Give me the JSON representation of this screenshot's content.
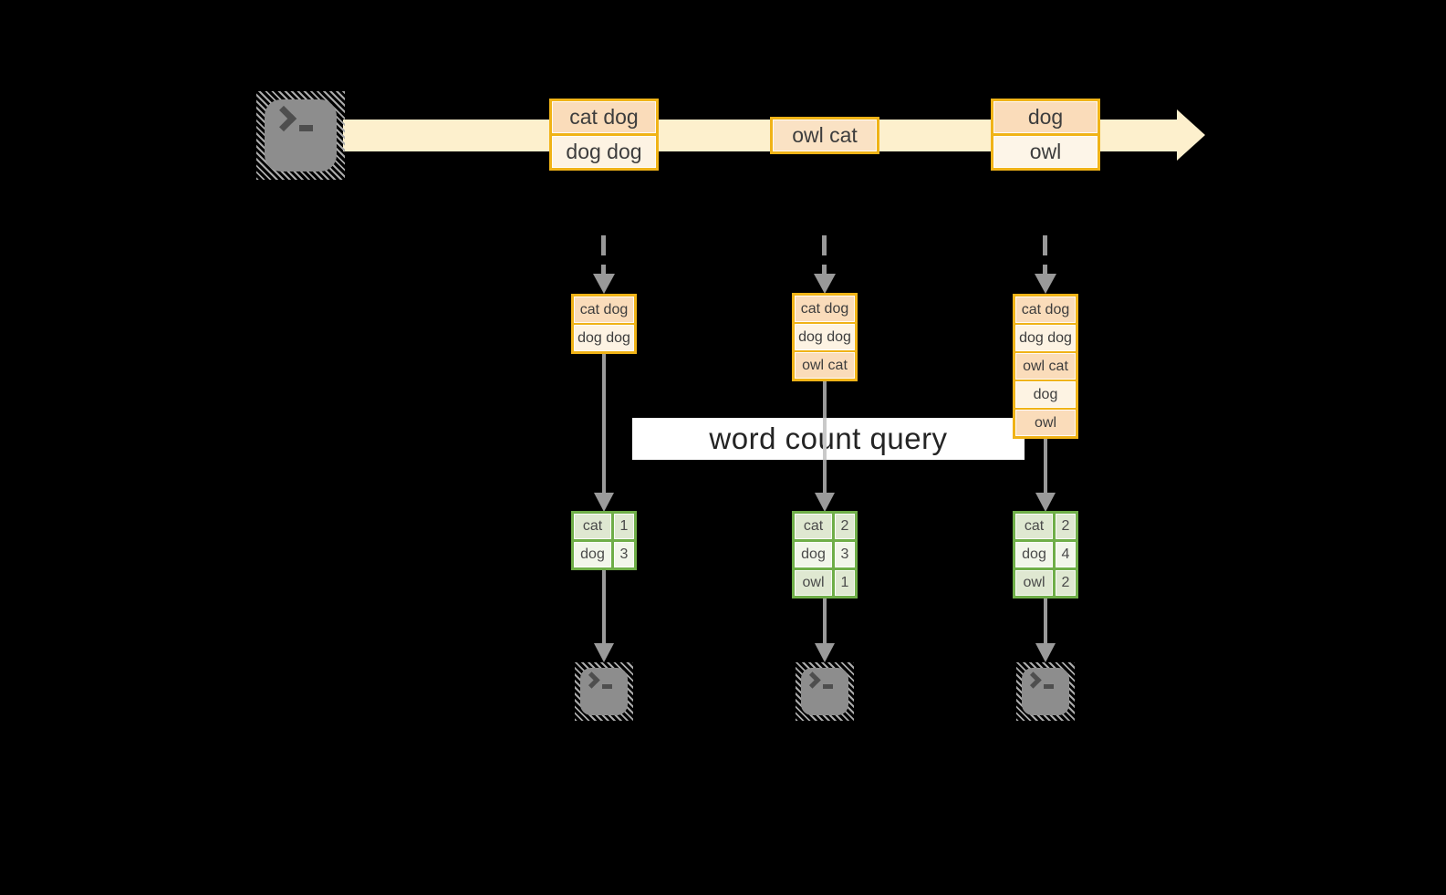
{
  "stream": {
    "source_icon": "terminal",
    "events": [
      {
        "rows": [
          "cat dog",
          "dog dog"
        ]
      },
      {
        "rows": [
          "owl cat"
        ]
      },
      {
        "rows": [
          "dog",
          "owl"
        ]
      }
    ]
  },
  "query": {
    "label": "word count query"
  },
  "columns": [
    {
      "buffer": [
        "cat dog",
        "dog dog"
      ],
      "counts": [
        {
          "word": "cat",
          "count": "1"
        },
        {
          "word": "dog",
          "count": "3"
        }
      ]
    },
    {
      "buffer": [
        "cat dog",
        "dog dog",
        "owl cat"
      ],
      "counts": [
        {
          "word": "cat",
          "count": "2"
        },
        {
          "word": "dog",
          "count": "3"
        },
        {
          "word": "owl",
          "count": "1"
        }
      ]
    },
    {
      "buffer": [
        "cat dog",
        "dog dog",
        "owl cat",
        "dog",
        "owl"
      ],
      "counts": [
        {
          "word": "cat",
          "count": "2"
        },
        {
          "word": "dog",
          "count": "4"
        },
        {
          "word": "owl",
          "count": "2"
        }
      ]
    }
  ],
  "colors": {
    "background": "#000000",
    "stream_band": "#fdf0cd",
    "event_border": "#f0b317",
    "event_fill_dark": "#fadcba",
    "event_fill_light": "#fdf3e3",
    "table_border": "#6fae48",
    "table_fill_dark": "#dfe8d1",
    "table_fill_light": "#f2f6ea",
    "arrow_gray": "#999999",
    "terminal_gray": "#8d8d8d",
    "banner_bg": "#ffffff"
  }
}
